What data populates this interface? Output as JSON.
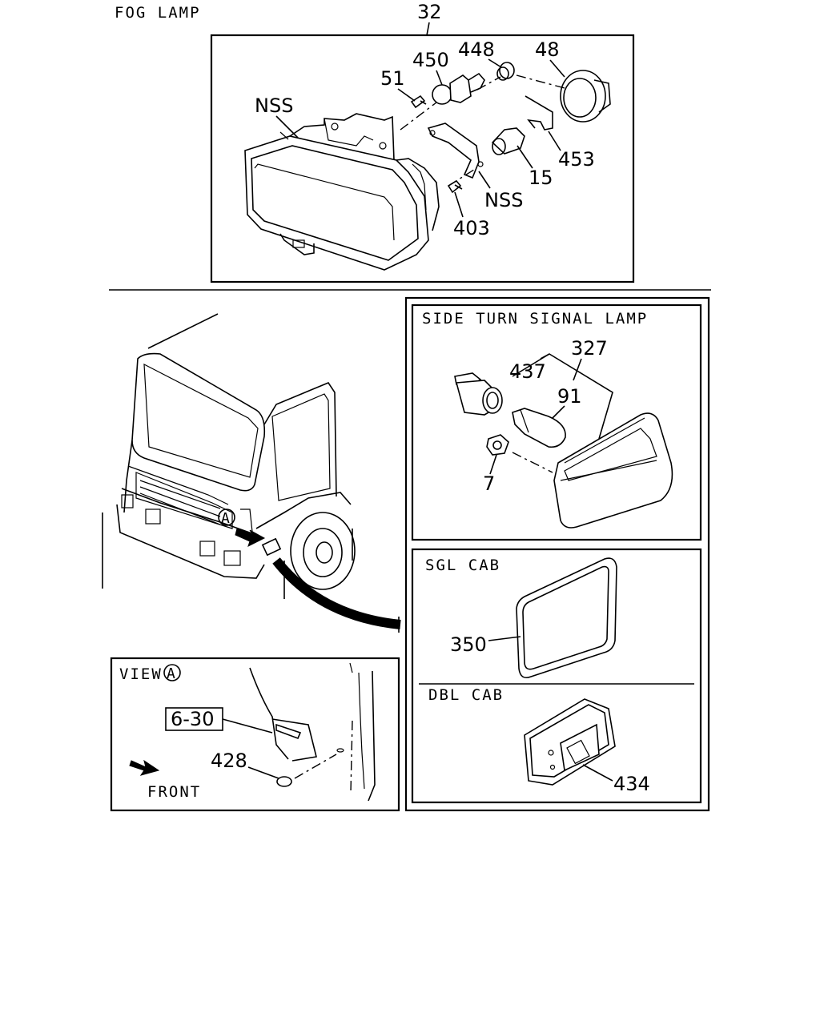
{
  "diagram": {
    "sections": {
      "fog_lamp": "FOG LAMP",
      "side_turn_signal_lamp": "SIDE TURN SIGNAL LAMP",
      "sgl_cab": "SGL CAB",
      "dbl_cab": "DBL CAB",
      "view": "VIEW",
      "view_marker": "A",
      "cab_marker": "A",
      "front": "FRONT"
    },
    "callouts": {
      "c32": "32",
      "c448": "448",
      "c450": "450",
      "c48": "48",
      "c51": "51",
      "nss_left": "NSS",
      "c453": "453",
      "c15": "15",
      "nss_right": "NSS",
      "c403": "403",
      "c327": "327",
      "c437": "437",
      "c91": "91",
      "c7": "7",
      "c350": "350",
      "c434": "434",
      "c630": "6-30",
      "c428": "428"
    },
    "colors": {
      "line": "#000000",
      "background": "#ffffff"
    }
  }
}
